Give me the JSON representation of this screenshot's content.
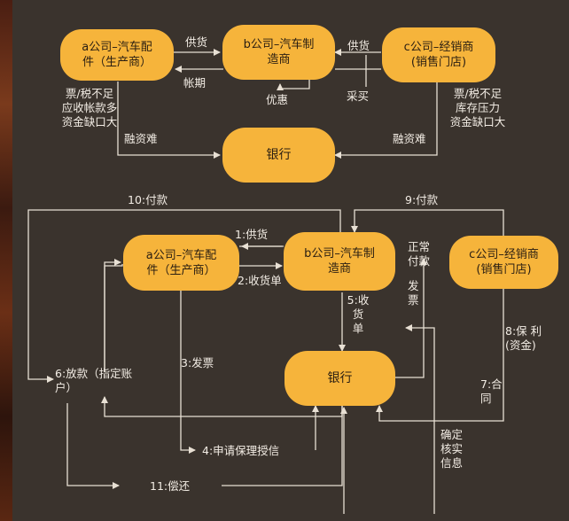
{
  "top": {
    "nodes": {
      "a": "a公司–汽车配\n件（生产商）",
      "b": "b公司–汽车制\n造商",
      "c": "c公司–经销商\n(销售门店)",
      "bank": "银行"
    },
    "labels": {
      "supply1": "供货",
      "supply2": "供货",
      "account_period": "帐期",
      "purchase": "采买",
      "discount": "优惠",
      "left_problem": "票/税不足\n应收帐款多\n资金缺口大",
      "right_problem": "票/税不足\n库存压力\n资金缺口大",
      "financing_left": "融资难",
      "financing_right": "融资难"
    }
  },
  "bottom": {
    "nodes": {
      "a": "a公司–汽车配\n件（生产商）",
      "b": "b公司–汽车制\n造商",
      "c": "c公司–经销商\n(销售门店)",
      "bank": "银行"
    },
    "labels": {
      "step1": "1:供货",
      "step2": "2:收货单",
      "step3": "3:发票",
      "step4": "4:申请保理授信",
      "step5": "5:收\n货\n单",
      "step6": "6:放款（指定账\n户）",
      "step7": "7:合\n同",
      "step8": "8:保 利\n(资金)",
      "step9": "9:付款",
      "step10": "10:付款",
      "step11": "11:偿还",
      "normal_payment": "正常\n付款",
      "invoice": "发\n票",
      "confirm": "确定\n核实\n信息"
    }
  },
  "colors": {
    "background": "#3a332d",
    "node_fill": "#f6b43b",
    "line": "#e8e0d4",
    "text": "#f2ece4"
  }
}
